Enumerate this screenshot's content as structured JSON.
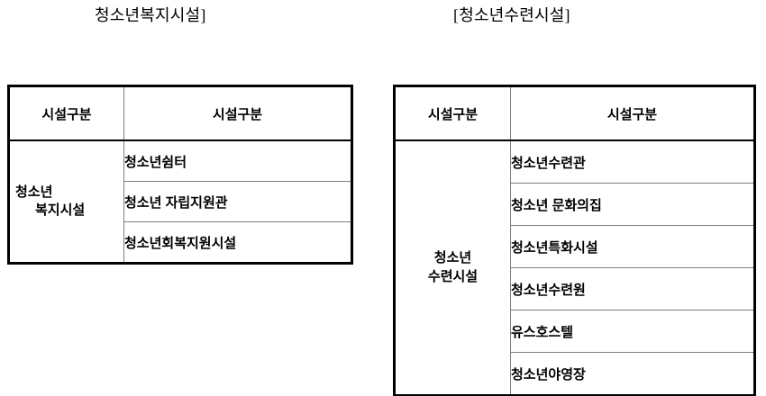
{
  "titles": {
    "left": "청소년복지시설]",
    "right": "[청소년수련시설]"
  },
  "tables": {
    "welfare": {
      "headers": {
        "category": "시설구분",
        "facility": "시설구분"
      },
      "group_label": {
        "line1": "청소년",
        "line2": "복지시설"
      },
      "items": [
        "청소년쉼터",
        "청소년 자립지원관",
        "청소년회복지원시설"
      ]
    },
    "training": {
      "headers": {
        "category": "시설구분",
        "facility": "시설구분"
      },
      "group_label": {
        "line1": "청소년",
        "line2": "수련시설"
      },
      "items": [
        "청소년수련관",
        "청소년 문화의집",
        "청소년특화시설",
        "청소년수련원",
        "유스호스텔",
        "청소년야영장"
      ]
    }
  },
  "colors": {
    "frame": "#000000",
    "gridline": "#7f7f7f",
    "text": "#000000",
    "background": "#ffffff"
  }
}
